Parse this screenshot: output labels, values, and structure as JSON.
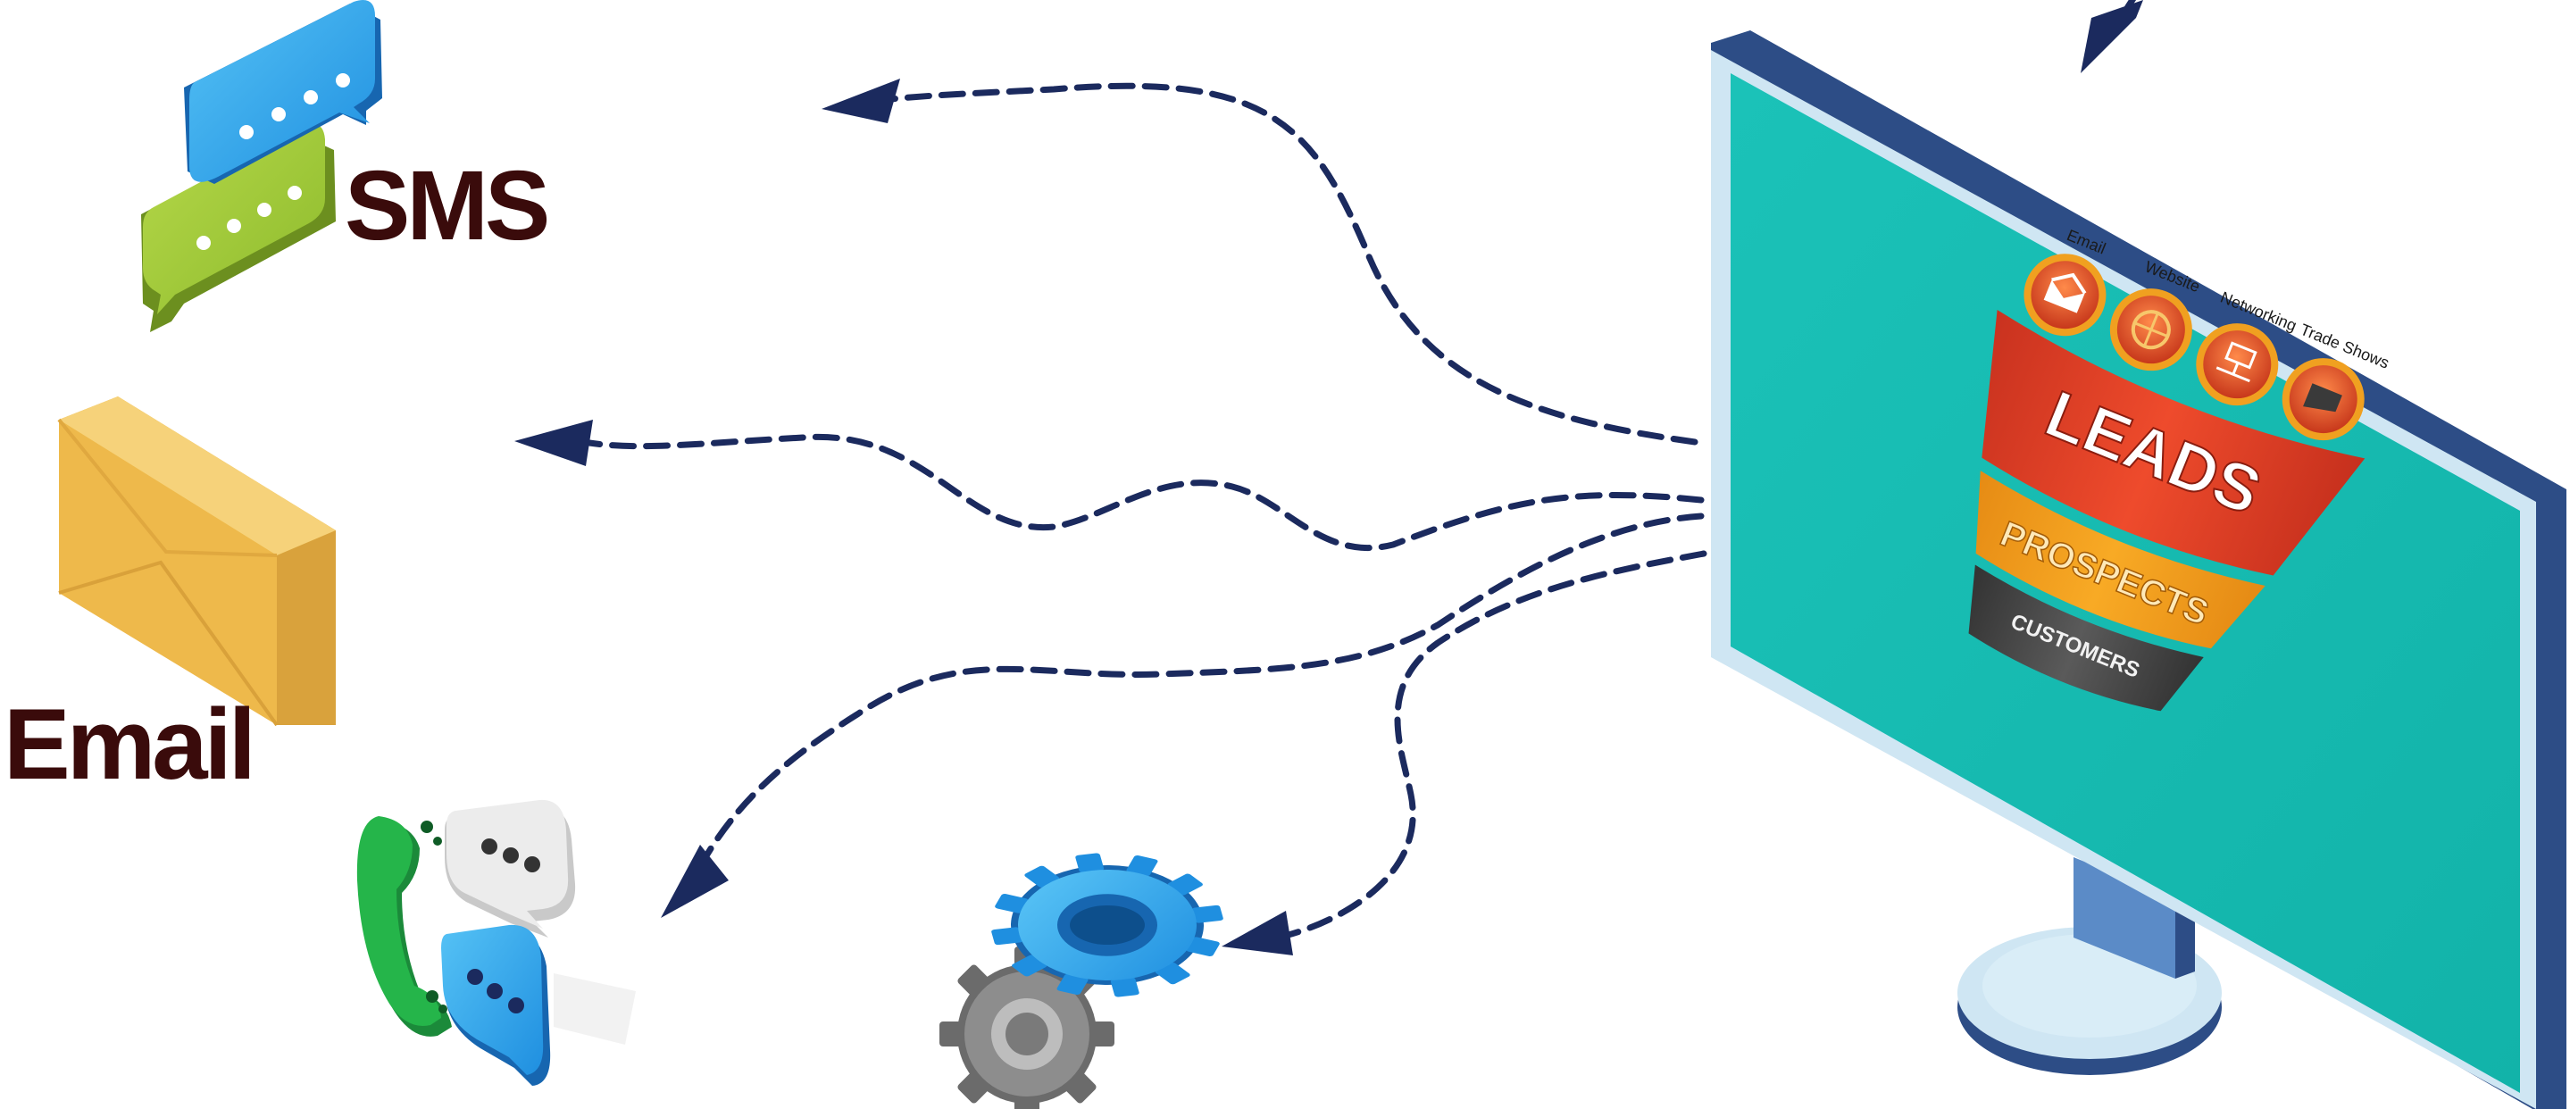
{
  "labels": {
    "sms": "SMS",
    "email": "Email"
  },
  "funnel": {
    "stages": [
      "LEADS",
      "PROSPECTS",
      "CUSTOMERS"
    ],
    "sources": [
      "Email",
      "Website",
      "Networking",
      "Trade Shows"
    ]
  },
  "icons": {
    "sms": "chat-bubbles-icon",
    "email": "envelope-icon",
    "phone": "phone-chat-icon",
    "automation": "gears-icon",
    "monitor": "monitor-icon"
  },
  "colors": {
    "arrow": "#1b2a5e",
    "screen": "#16bcb2",
    "funnel_leads": "#e8452a",
    "funnel_prospects": "#f4a11e",
    "funnel_customers": "#4a4a4a",
    "label_text": "#3a0b0b"
  }
}
